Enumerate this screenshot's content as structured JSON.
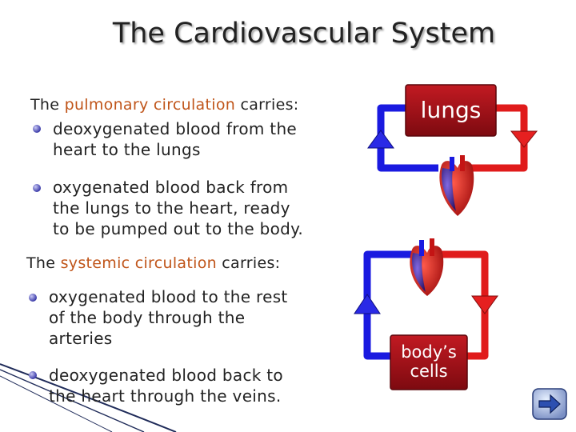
{
  "title": "The Cardiovascular System",
  "pulmonary": {
    "intro_prefix": "The ",
    "intro_highlight": "pulmonary circulation",
    "intro_suffix": " carries:",
    "bullet1_line1": "deoxygenated blood from the",
    "bullet1_line2": "heart to the lungs",
    "bullet2_line1": "oxygenated blood back from",
    "bullet2_line2": "the lungs to the heart, ready",
    "bullet2_line3": "to be pumped out to the body."
  },
  "systemic": {
    "intro_prefix": "The ",
    "intro_highlight": "systemic circulation",
    "intro_suffix": " carries:",
    "bullet1_line1": "oxygenated blood to the rest",
    "bullet1_line2": "of the body through the",
    "bullet1_line3": "arteries",
    "bullet2_line1": "deoxygenated blood back to",
    "bullet2_line2": "the heart through the veins."
  },
  "diagram": {
    "lungs_label": "lungs",
    "cells_label_line1": "body’s",
    "cells_label_line2": "cells",
    "box_color": "#a3111b",
    "oxygenated_color": "#e01b1b",
    "deoxygenated_color": "#1a1ae0"
  },
  "colors": {
    "highlight": "#c0551a",
    "text": "#222222"
  },
  "icons": {
    "next": "next-arrow-icon",
    "bullet": "bullet-dot-icon"
  }
}
